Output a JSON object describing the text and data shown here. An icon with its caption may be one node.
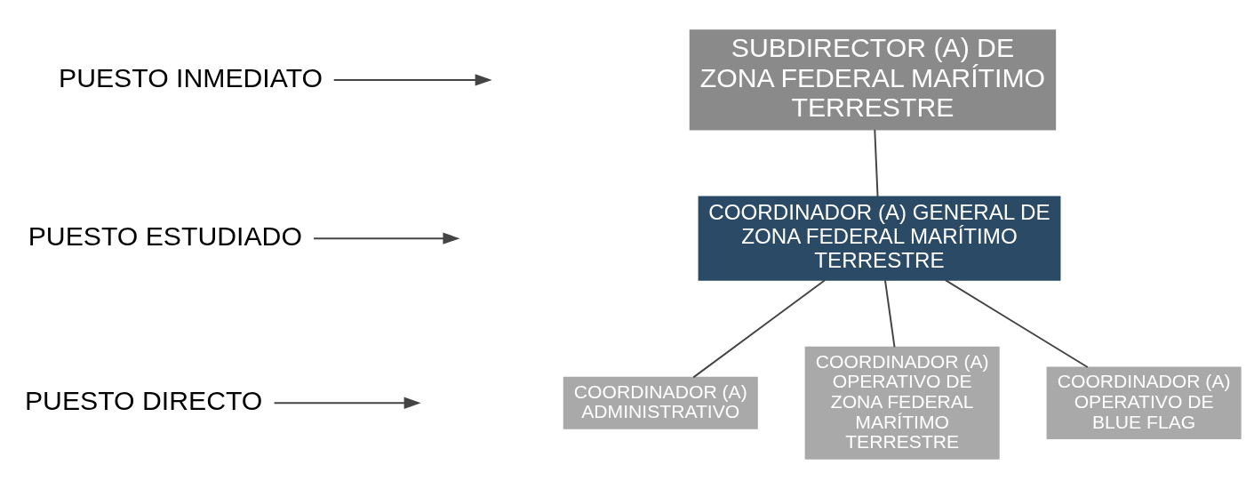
{
  "diagram": {
    "nodes": [
      {
        "text": [
          "PUESTO INMEDIATO"
        ]
      },
      {
        "text": [
          "PUESTO ESTUDIADO"
        ]
      },
      {
        "text": [
          "PUESTO DIRECTO"
        ]
      },
      {
        "text": [
          "SUBDIRECTOR (A) DE ZONA FEDERAL MARÍTIMO TERRESTRE"
        ]
      },
      {
        "text": [
          "COORDINADOR (A) GENERAL DE ZONA FEDERAL MARÍTIMO TERRESTRE"
        ]
      },
      {
        "text": [
          "COORDINADOR (A) ADMINISTRATIVO"
        ]
      },
      {
        "text": [
          "COORDINADOR (A) OPERATIVO DE ZONA FEDERAL MARÍTIMO TERRESTRE"
        ]
      },
      {
        "text": [
          "COORDINADOR (A) OPERATIVO DE BLUE FLAG"
        ]
      }
    ],
    "edges": [
      {
        "from": 0,
        "to": null,
        "arrow": "to"
      },
      {
        "from": 1,
        "to": null,
        "arrow": "to"
      },
      {
        "from": 2,
        "to": null,
        "arrow": "to"
      },
      {
        "from": 3,
        "to": 4,
        "arrow": "none"
      },
      {
        "from": 4,
        "to": 5,
        "arrow": "none"
      },
      {
        "from": 4,
        "to": 6,
        "arrow": "none"
      },
      {
        "from": 4,
        "to": 7,
        "arrow": "none"
      }
    ]
  }
}
